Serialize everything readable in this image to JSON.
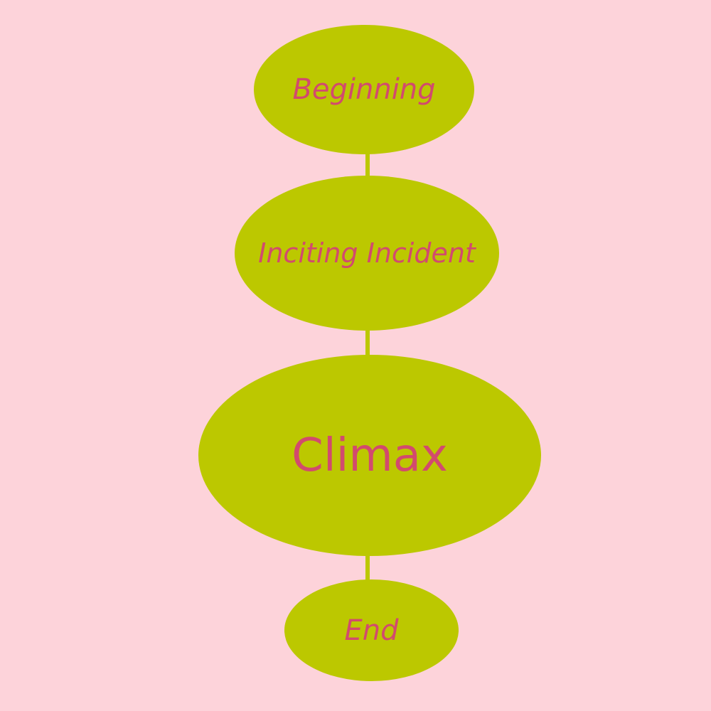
{
  "diagram": {
    "nodes": [
      {
        "label": "Beginning"
      },
      {
        "label": "Inciting Incident"
      },
      {
        "label": "Climax"
      },
      {
        "label": "End"
      }
    ],
    "colors": {
      "background": "#fdd3da",
      "node": "#bcc800",
      "text": "#d24a6e"
    }
  }
}
